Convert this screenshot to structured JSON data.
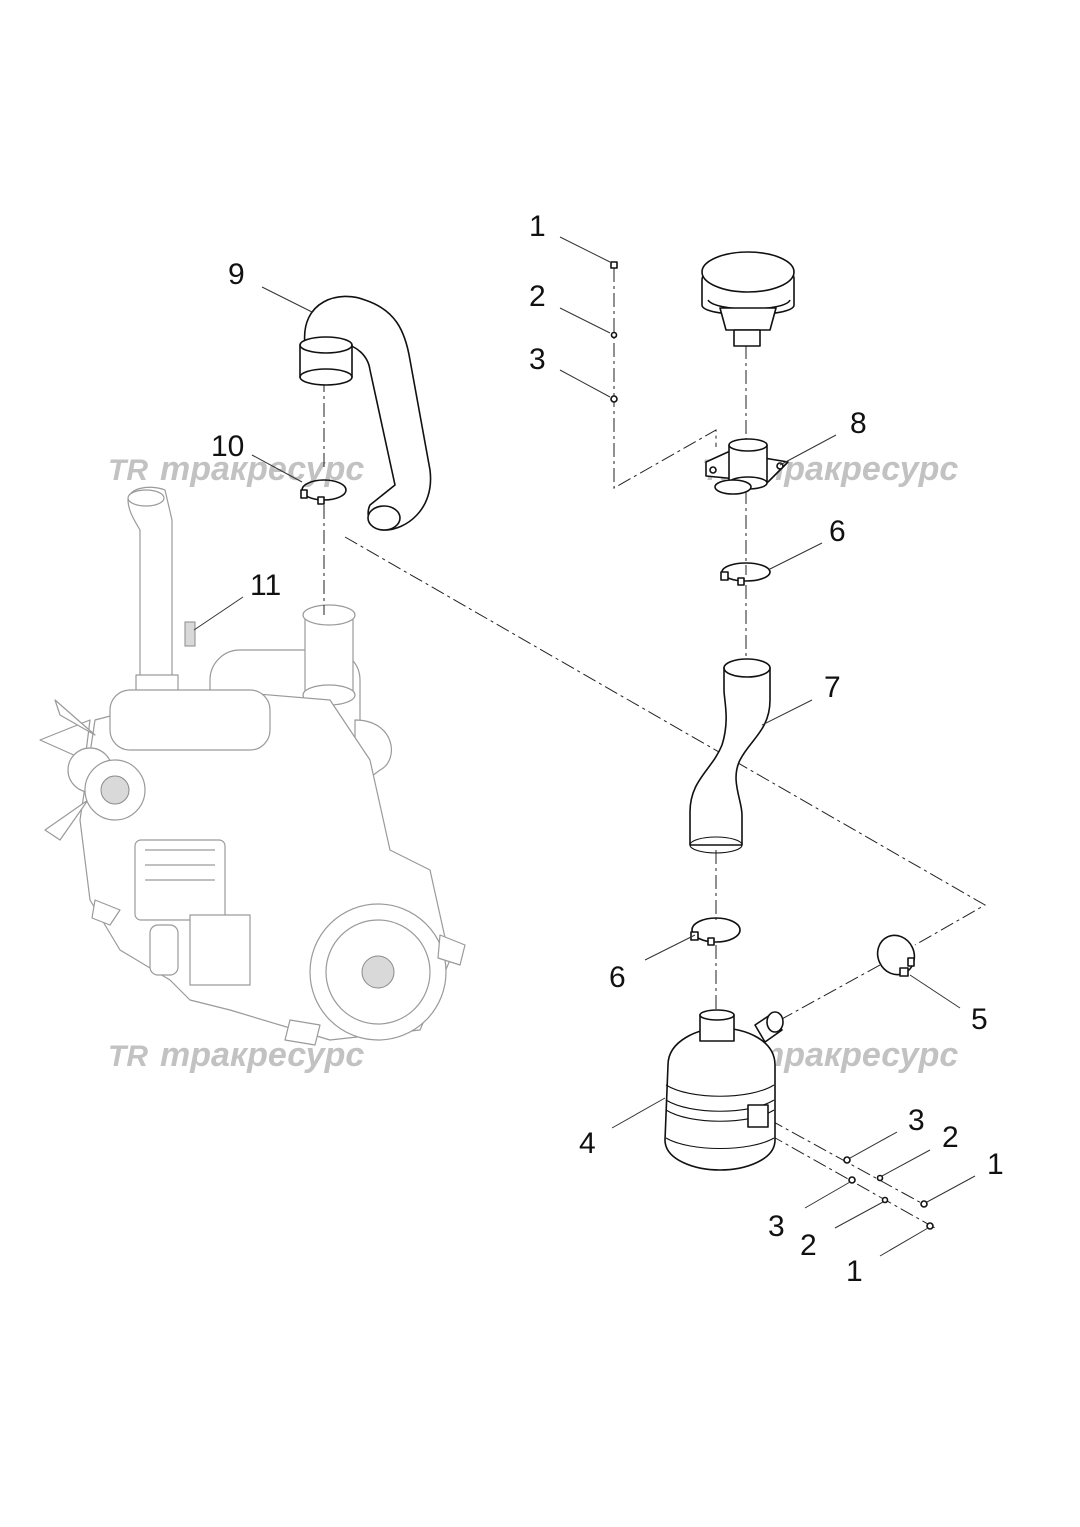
{
  "watermark": {
    "logo": "TR",
    "text": "тракресурс"
  },
  "callouts": [
    {
      "id": "c1a",
      "label": "1"
    },
    {
      "id": "c2a",
      "label": "2"
    },
    {
      "id": "c3a",
      "label": "3"
    },
    {
      "id": "c9",
      "label": "9"
    },
    {
      "id": "c8",
      "label": "8"
    },
    {
      "id": "c10",
      "label": "10"
    },
    {
      "id": "c6a",
      "label": "6"
    },
    {
      "id": "c11",
      "label": "11"
    },
    {
      "id": "c7",
      "label": "7"
    },
    {
      "id": "c6b",
      "label": "6"
    },
    {
      "id": "c5",
      "label": "5"
    },
    {
      "id": "c4",
      "label": "4"
    },
    {
      "id": "c3b",
      "label": "3"
    },
    {
      "id": "c2b",
      "label": "2"
    },
    {
      "id": "c1b",
      "label": "1"
    },
    {
      "id": "c3c",
      "label": "3"
    },
    {
      "id": "c2c",
      "label": "2"
    },
    {
      "id": "c1c",
      "label": "1"
    }
  ],
  "colors": {
    "line": "#111111",
    "engine_line": "#9a9a9a",
    "watermark": "#c2c2c2"
  }
}
